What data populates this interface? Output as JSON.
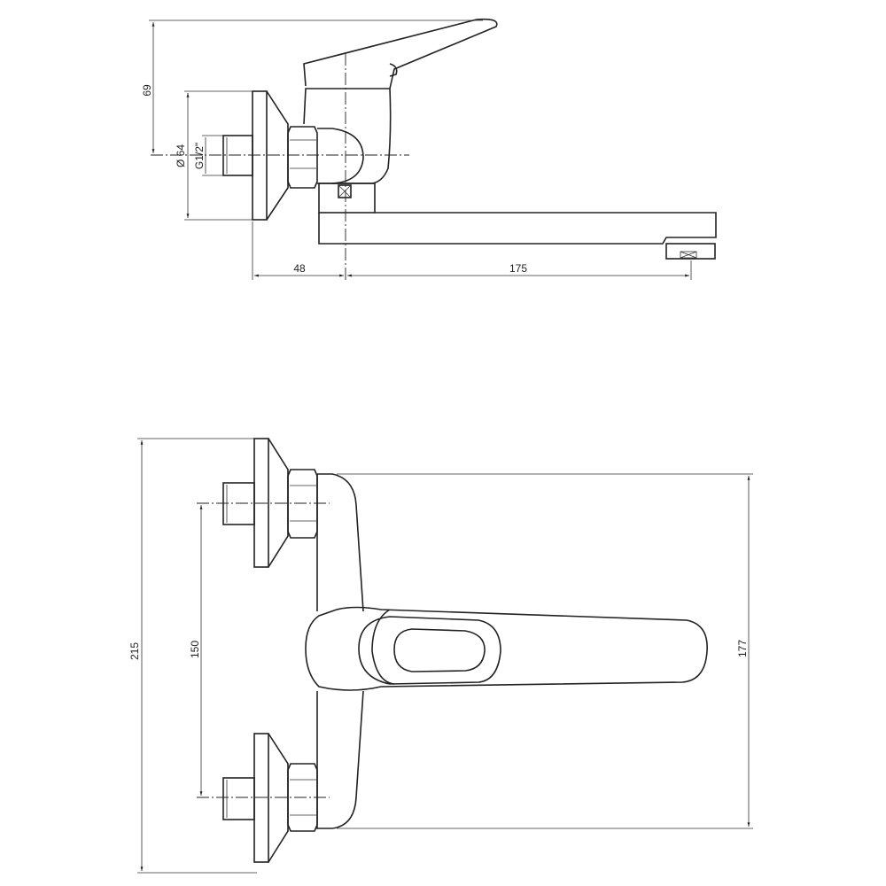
{
  "drawing": {
    "side_view": {
      "dim_height": "69",
      "dim_plate_diameter": "Ø 64",
      "dim_thread": "G1/2\"",
      "dim_wall_to_axis": "48",
      "dim_spout_reach": "175"
    },
    "front_view": {
      "dim_total_height": "215",
      "dim_inlet_spacing": "150",
      "dim_body_height": "177"
    }
  }
}
